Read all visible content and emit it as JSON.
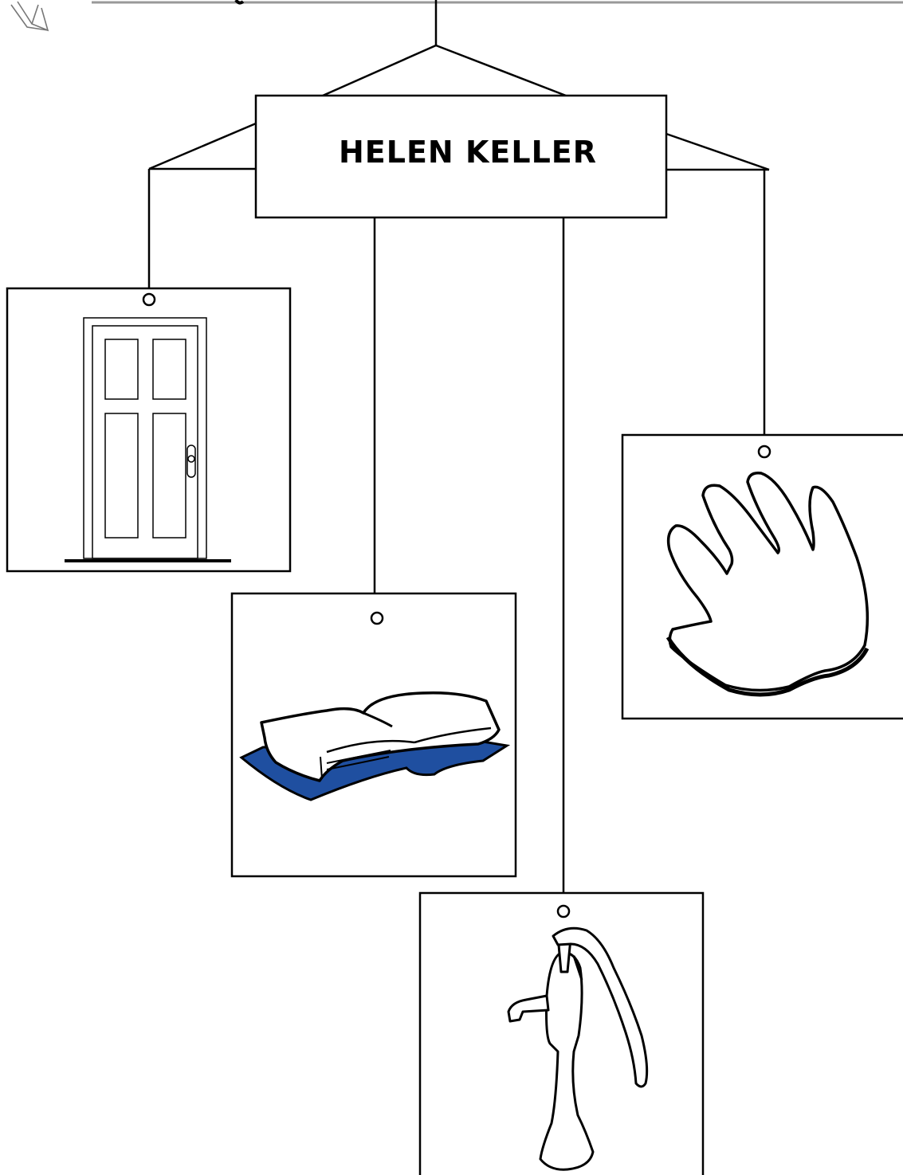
{
  "mobile": {
    "title": "HELEN KELLER",
    "colors": {
      "line": "#000000",
      "background": "#ffffff",
      "book_cloth": "#1f4fa0",
      "top_rule": "#999999"
    },
    "cards": [
      {
        "id": "door",
        "icon": "door-icon"
      },
      {
        "id": "book",
        "icon": "open-book-icon"
      },
      {
        "id": "pump",
        "icon": "water-pump-icon"
      },
      {
        "id": "hand",
        "icon": "hand-icon"
      }
    ]
  }
}
